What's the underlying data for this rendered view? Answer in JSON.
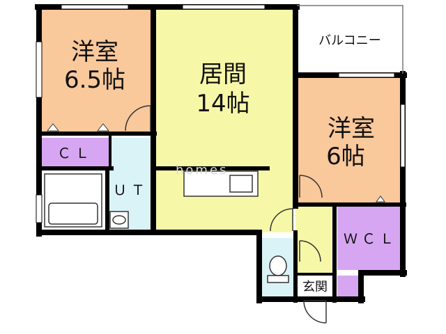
{
  "rooms": {
    "western1": {
      "name": "洋室",
      "size": "6.5帖"
    },
    "living": {
      "name": "居間",
      "size": "14帖"
    },
    "balcony": {
      "label": "バルコニー"
    },
    "western2": {
      "name": "洋室",
      "size": "6帖"
    },
    "closet": {
      "label": "ＣＬ"
    },
    "utility": {
      "label": "ＵＴ"
    },
    "walkin": {
      "label": "ＷＣＬ"
    },
    "entrance": {
      "label": "玄関"
    }
  },
  "watermark": "homes",
  "colors": {
    "western": "#f9c89b",
    "living": "#f7f7a8",
    "closet": "#d7a6f2",
    "wet": "#d9f3f7",
    "wall": "#000000"
  }
}
